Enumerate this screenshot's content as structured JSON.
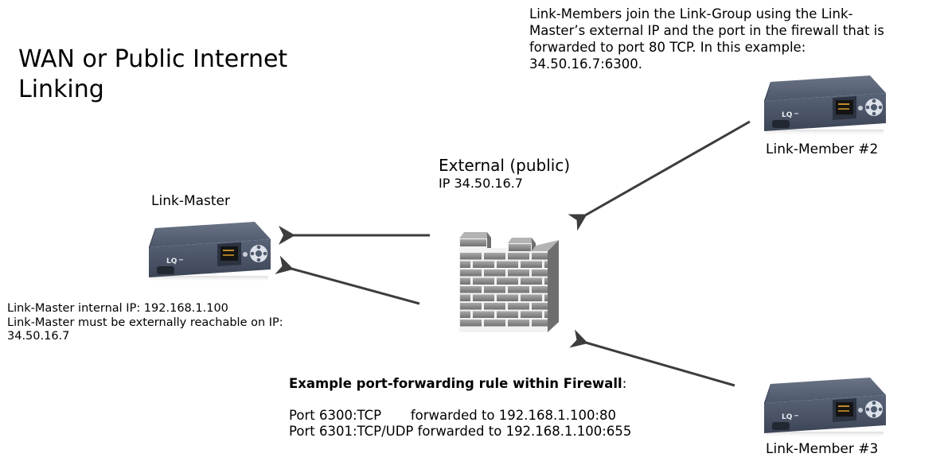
{
  "title": {
    "line1": "WAN or Public Internet",
    "line2": "Linking"
  },
  "top_note": {
    "lines": [
      "Link-Members  join the Link-Group using the Link-",
      "Master’s external IP and the port in the firewall that is",
      "forwarded to port 80 TCP. In this example:",
      "34.50.16.7:6300."
    ]
  },
  "firewall": {
    "label_line1": "External (public)",
    "label_line2": "IP 34.50.16.7",
    "icon": "brick-firewall-icon"
  },
  "devices": {
    "master": {
      "label": "Link-Master",
      "icon": "network-appliance-icon"
    },
    "member2": {
      "label": "Link-Member #2",
      "icon": "network-appliance-icon"
    },
    "member3": {
      "label": "Link-Member #3",
      "icon": "network-appliance-icon"
    }
  },
  "master_info": {
    "lines": [
      "Link-Master internal IP: 192.168.1.100",
      "Link-Master must be externally reachable on IP:",
      "34.50.16.7"
    ]
  },
  "rules": {
    "heading": "Example port-forwarding rule within Firewall",
    "heading_suffix": ":",
    "rows": [
      {
        "port": "Port 6300:TCP       ",
        "target": "forwarded to 192.168.1.100:80"
      },
      {
        "port": "Port 6301:TCP/UDP ",
        "target": "forwarded to 192.168.1.100:655"
      }
    ]
  },
  "colors": {
    "arrow": "#3d3d3d",
    "device_body": "#4f5a6e",
    "brick": "#8c8c8c"
  }
}
